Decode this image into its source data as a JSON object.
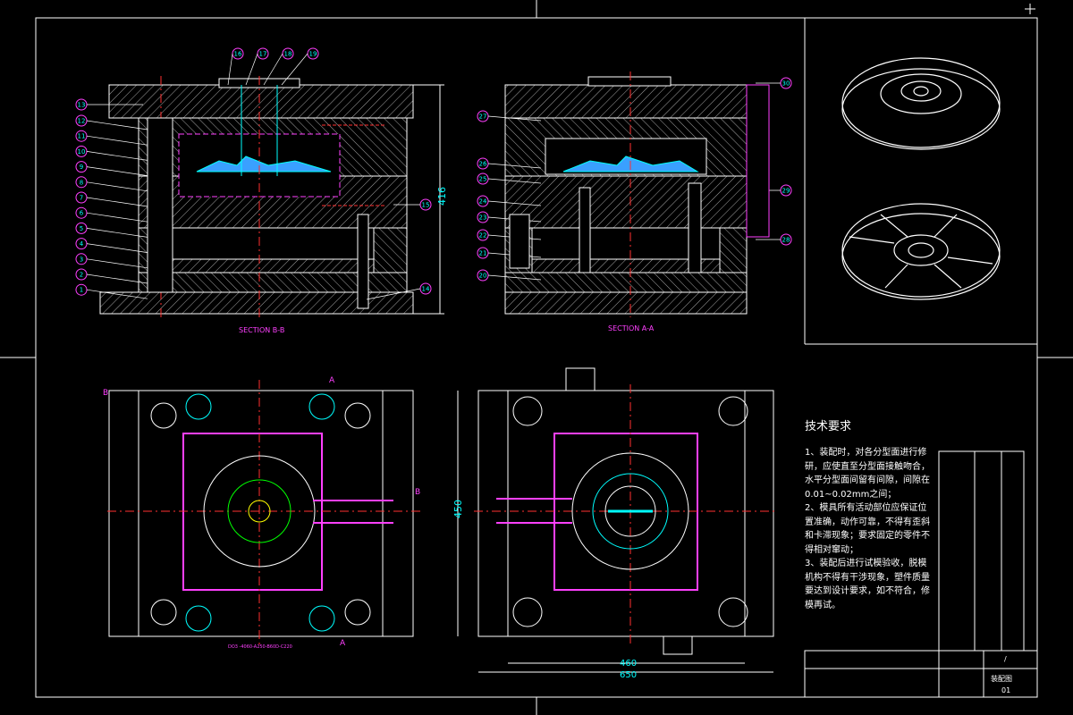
{
  "drawing": {
    "section_bb": "SECTION B-B",
    "section_aa": "SECTION A-A",
    "ortho_code": "DO3 -4060-A250-B60D-C220",
    "cut_a": "A",
    "cut_b": "B",
    "dim_416": "416",
    "dim_450": "450",
    "dim_460": "460",
    "dim_650": "650"
  },
  "balloons_left": [
    "12",
    "11",
    "10",
    "9",
    "8",
    "7",
    "6",
    "5",
    "4",
    "3",
    "2",
    "1"
  ],
  "balloons_left_top": [
    "16",
    "17",
    "18",
    "19"
  ],
  "balloons_left_right": [
    "15",
    "14"
  ],
  "balloons_left_upper": "13",
  "balloons_mid_left": [
    "27",
    "26",
    "25",
    "24",
    "23",
    "22",
    "21",
    "20"
  ],
  "balloons_mid_right": [
    "30",
    "29",
    "28"
  ],
  "requirements": {
    "title": "技术要求",
    "lines": [
      "1、装配时，对各分型面进行修",
      "研，应使直至分型面接触吻合，",
      "水平分型面间留有间隙，间隙在",
      "0.01~0.02mm之间；",
      "2、模具所有活动部位应保证位",
      "置准确，动作可靠，不得有歪斜",
      "和卡滞现象；要求固定的零件不",
      "得相对窜动；",
      "3、装配后进行试模验收，脱模",
      "机构不得有干涉现象，塑件质量",
      "要达到设计要求，如不符合，修",
      "模再试。"
    ]
  },
  "title_block": {
    "name": "装配图",
    "sheet": "01",
    "slash": "/"
  },
  "colors": {
    "line": "#ffffff",
    "cyan": "#00ffff",
    "red": "#ff3030",
    "magenta": "#ff40ff",
    "yellow": "#ffff00",
    "green": "#00ff00",
    "blue": "#3aa0ff"
  }
}
